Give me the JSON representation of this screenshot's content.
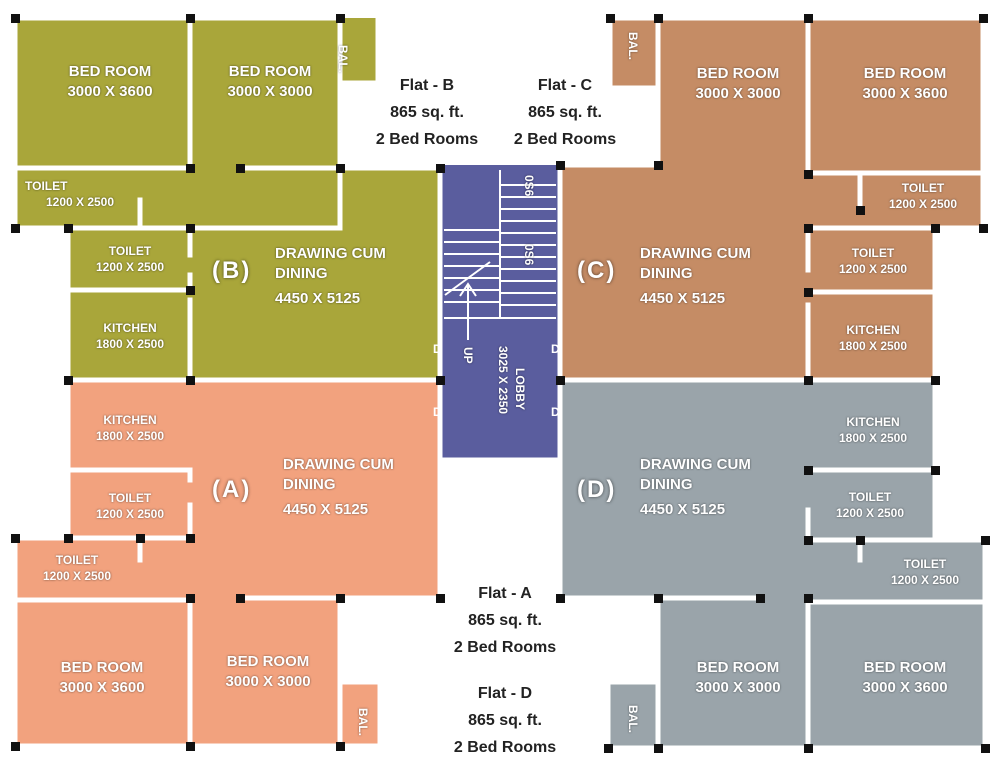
{
  "colors": {
    "flat_a": "#f2a27e",
    "flat_b": "#a9a63a",
    "flat_c": "#c58c65",
    "flat_d": "#9aa4aa",
    "lobby": "#5a5d9e",
    "wall": "#ffffff",
    "column": "#111111"
  },
  "flat_b": {
    "label": "(B)",
    "bed1": {
      "name": "BED ROOM",
      "size": "3000 X 3600"
    },
    "bed2": {
      "name": "BED ROOM",
      "size": "3000 X 3000"
    },
    "bal": "BAL.",
    "toilet1": {
      "name": "TOILET",
      "size": "1200 X 2500"
    },
    "toilet2": {
      "name": "TOILET",
      "size": "1200 X 2500"
    },
    "kitchen": {
      "name": "KITCHEN",
      "size": "1800 X 2500"
    },
    "drawing": {
      "name1": "DRAWING CUM",
      "name2": "DINING",
      "size": "4450 X 5125"
    }
  },
  "flat_c": {
    "label": "(C)",
    "bed1": {
      "name": "BED ROOM",
      "size": "3000 X 3000"
    },
    "bed2": {
      "name": "BED ROOM",
      "size": "3000 X 3600"
    },
    "bal": "BAL.",
    "toilet1": {
      "name": "TOILET",
      "size": "1200 X 2500"
    },
    "toilet2": {
      "name": "TOILET",
      "size": "1200 X 2500"
    },
    "kitchen": {
      "name": "KITCHEN",
      "size": "1800 X 2500"
    },
    "drawing": {
      "name1": "DRAWING CUM",
      "name2": "DINING",
      "size": "4450 X 5125"
    }
  },
  "flat_a": {
    "label": "(A)",
    "kitchen": {
      "name": "KITCHEN",
      "size": "1800 X 2500"
    },
    "toilet1": {
      "name": "TOILET",
      "size": "1200 X 2500"
    },
    "toilet2": {
      "name": "TOILET",
      "size": "1200 X 2500"
    },
    "bed1": {
      "name": "BED ROOM",
      "size": "3000 X 3600"
    },
    "bed2": {
      "name": "BED ROOM",
      "size": "3000 X 3000"
    },
    "bal": "BAL.",
    "drawing": {
      "name1": "DRAWING CUM",
      "name2": "DINING",
      "size": "4450 X 5125"
    }
  },
  "flat_d": {
    "label": "(D)",
    "kitchen": {
      "name": "KITCHEN",
      "size": "1800 X 2500"
    },
    "toilet1": {
      "name": "TOILET",
      "size": "1200 X 2500"
    },
    "toilet2": {
      "name": "TOILET",
      "size": "1200 X 2500"
    },
    "bed1": {
      "name": "BED ROOM",
      "size": "3000 X 3000"
    },
    "bed2": {
      "name": "BED ROOM",
      "size": "3000 X 3600"
    },
    "bal": "BAL.",
    "drawing": {
      "name1": "DRAWING CUM",
      "name2": "DINING",
      "size": "4450 X 5125"
    }
  },
  "core": {
    "lobby": "LOBBY",
    "lobby_size": "3025 X 2350",
    "up": "UP",
    "door": "D",
    "dim1": "0S6",
    "dim2": "0S6"
  },
  "info": {
    "flat_b": {
      "title": "Flat - B",
      "area": "865 sq. ft.",
      "rooms": "2 Bed Rooms"
    },
    "flat_c": {
      "title": "Flat - C",
      "area": "865 sq. ft.",
      "rooms": "2 Bed Rooms"
    },
    "flat_a": {
      "title": "Flat - A",
      "area": "865 sq. ft.",
      "rooms": "2 Bed Rooms"
    },
    "flat_d": {
      "title": "Flat - D",
      "area": "865 sq. ft.",
      "rooms": "2 Bed Rooms"
    }
  }
}
